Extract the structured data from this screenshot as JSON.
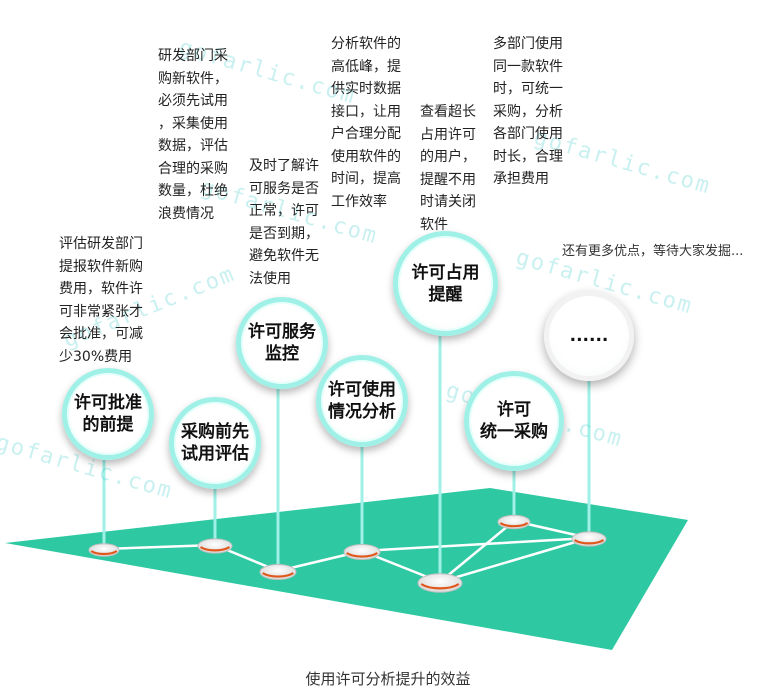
{
  "caption": "使用许可分析提升的效益",
  "extra_note": "还有更多优点，等待大家发掘...",
  "watermark": "gofarlic.com",
  "colors": {
    "plane": "#2ec9a3",
    "bubble_border": "#9ff0e6",
    "node_accent": "#e0581c",
    "pole": "#9ff0e6"
  },
  "items": [
    {
      "bubble": "许可批准\n的前提",
      "desc": "评估研发部门\n提报软件新购\n费用，软件许\n可非常紧张才\n会批准，可减\n少30%费用"
    },
    {
      "bubble": "采购前先\n试用评估",
      "desc": "研发部门采\n购新软件，\n必须先试用\n，采集使用\n数据，评估\n合理的采购\n数量，杜绝\n浪费情况"
    },
    {
      "bubble": "许可服务\n监控",
      "desc": "及时了解许\n可服务是否\n正常，许可\n是否到期，\n避免软件无\n法使用"
    },
    {
      "bubble": "许可使用\n情况分析",
      "desc": "分析软件的\n高低峰，提\n供实时数据\n接口，让用\n户合理分配\n使用软件的\n时间，提高\n工作效率"
    },
    {
      "bubble": "许可占用\n提醒",
      "desc": "查看超长\n占用许可\n的用户，\n提醒不用\n时请关闭\n软件"
    },
    {
      "bubble": "许可\n统一采购",
      "desc": "多部门使用\n同一款软件\n时，可统一\n采购，分析\n各部门使用\n时长，合理\n承担费用"
    },
    {
      "bubble": "......",
      "desc": ""
    }
  ]
}
